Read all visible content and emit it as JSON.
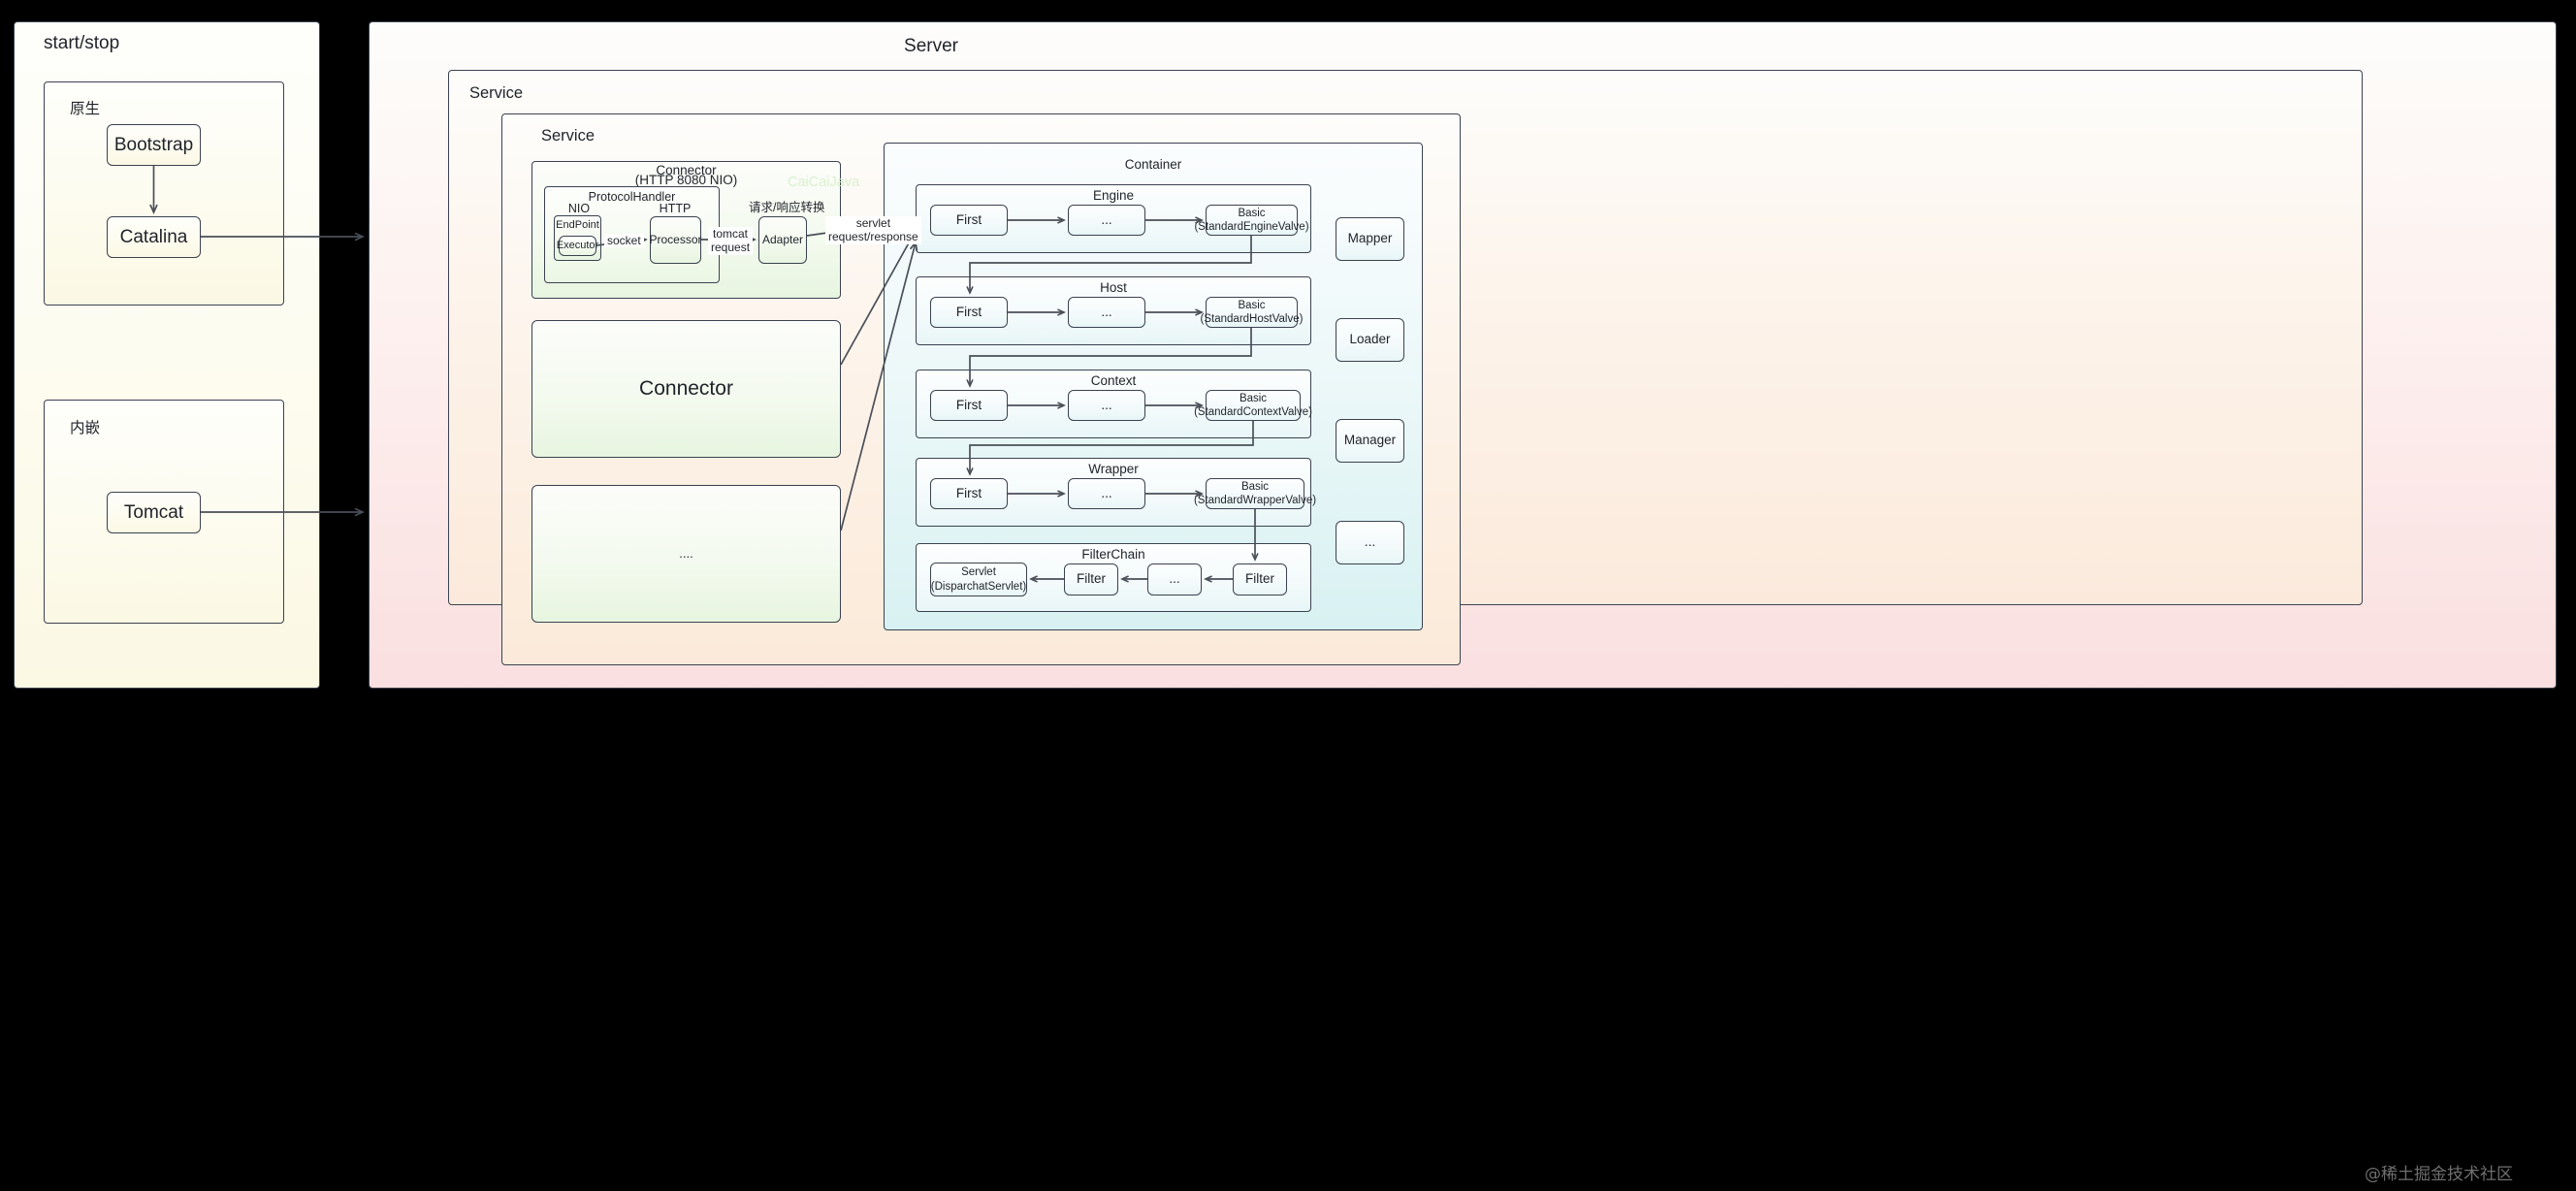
{
  "left_panel": {
    "title": "start/stop",
    "groups": [
      {
        "name": "native",
        "title": "原生",
        "nodes": [
          {
            "label": "Bootstrap"
          },
          {
            "label": "Catalina"
          }
        ]
      },
      {
        "name": "embedded",
        "title": "内嵌",
        "nodes": [
          {
            "label": "Tomcat"
          }
        ]
      }
    ]
  },
  "server": {
    "title": "Server",
    "service_outer": {
      "title": "Service"
    },
    "service_inner": {
      "title": "Service"
    },
    "connector_group": {
      "title_line1": "Connector",
      "title_line2": "(HTTP 8080 NIO)",
      "watermark": "CaiCaiJava",
      "protocol_handler": {
        "title": "ProtocolHandler",
        "nio_label": "NIO",
        "http_label": "HTTP",
        "endpoint": {
          "title": "EndPoint",
          "executor": "Executor"
        },
        "processor": "Processor"
      },
      "convert_label": "请求/响应转换",
      "adapter": "Adapter",
      "edge_socket": "socket",
      "edge_tomcat_request_l1": "tomcat",
      "edge_tomcat_request_l2": "request"
    },
    "connector_box": "Connector",
    "ellipsis_box": "....",
    "servlet_edge_l1": "servlet",
    "servlet_edge_l2": "request/response",
    "container": {
      "title": "Container",
      "pipelines": [
        {
          "name": "engine",
          "title": "Engine",
          "first": "First",
          "middle": "...",
          "basic_l1": "Basic",
          "basic_l2": "(StandardEngineValve)"
        },
        {
          "name": "host",
          "title": "Host",
          "first": "First",
          "middle": "...",
          "basic_l1": "Basic",
          "basic_l2": "(StandardHostValve)"
        },
        {
          "name": "context",
          "title": "Context",
          "first": "First",
          "middle": "...",
          "basic_l1": "Basic",
          "basic_l2": "(StandardContextValve)"
        },
        {
          "name": "wrapper",
          "title": "Wrapper",
          "first": "First",
          "middle": "...",
          "basic_l1": "Basic",
          "basic_l2": "(StandardWrapperValve)"
        }
      ],
      "filter_chain": {
        "title": "FilterChain",
        "servlet_l1": "Servlet",
        "servlet_l2": "(DisparchatServlet)",
        "filter_left": "Filter",
        "middle": "...",
        "filter_right": "Filter"
      },
      "side_nodes": [
        {
          "label": "Mapper"
        },
        {
          "label": "Loader"
        },
        {
          "label": "Manager"
        },
        {
          "label": "..."
        }
      ]
    }
  },
  "footer_watermark": "@稀土掘金技术社区",
  "colors": {
    "stroke": "#3b4250",
    "wire": "#4a4f58",
    "server_fill": "#fadfe0",
    "service_fill": "#fbead9",
    "connector_fill": "#e7f5e0",
    "container_fill": "#d8f1f2",
    "watermark_green": "#d9f0cc",
    "background": "#000000"
  }
}
